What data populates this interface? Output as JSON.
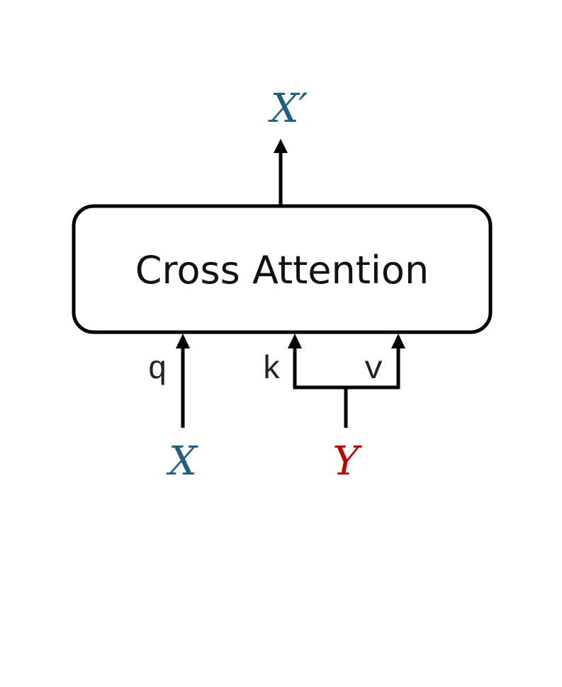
{
  "block": {
    "label": "Cross Attention"
  },
  "output": {
    "label": "X′"
  },
  "inputs": {
    "x_label": "X",
    "y_label": "Y"
  },
  "ports": {
    "query": "q",
    "key": "k",
    "value": "v"
  },
  "colors": {
    "x_color": "#1f5f7f",
    "y_color": "#c00000",
    "stroke": "#000000",
    "text": "#111111"
  }
}
